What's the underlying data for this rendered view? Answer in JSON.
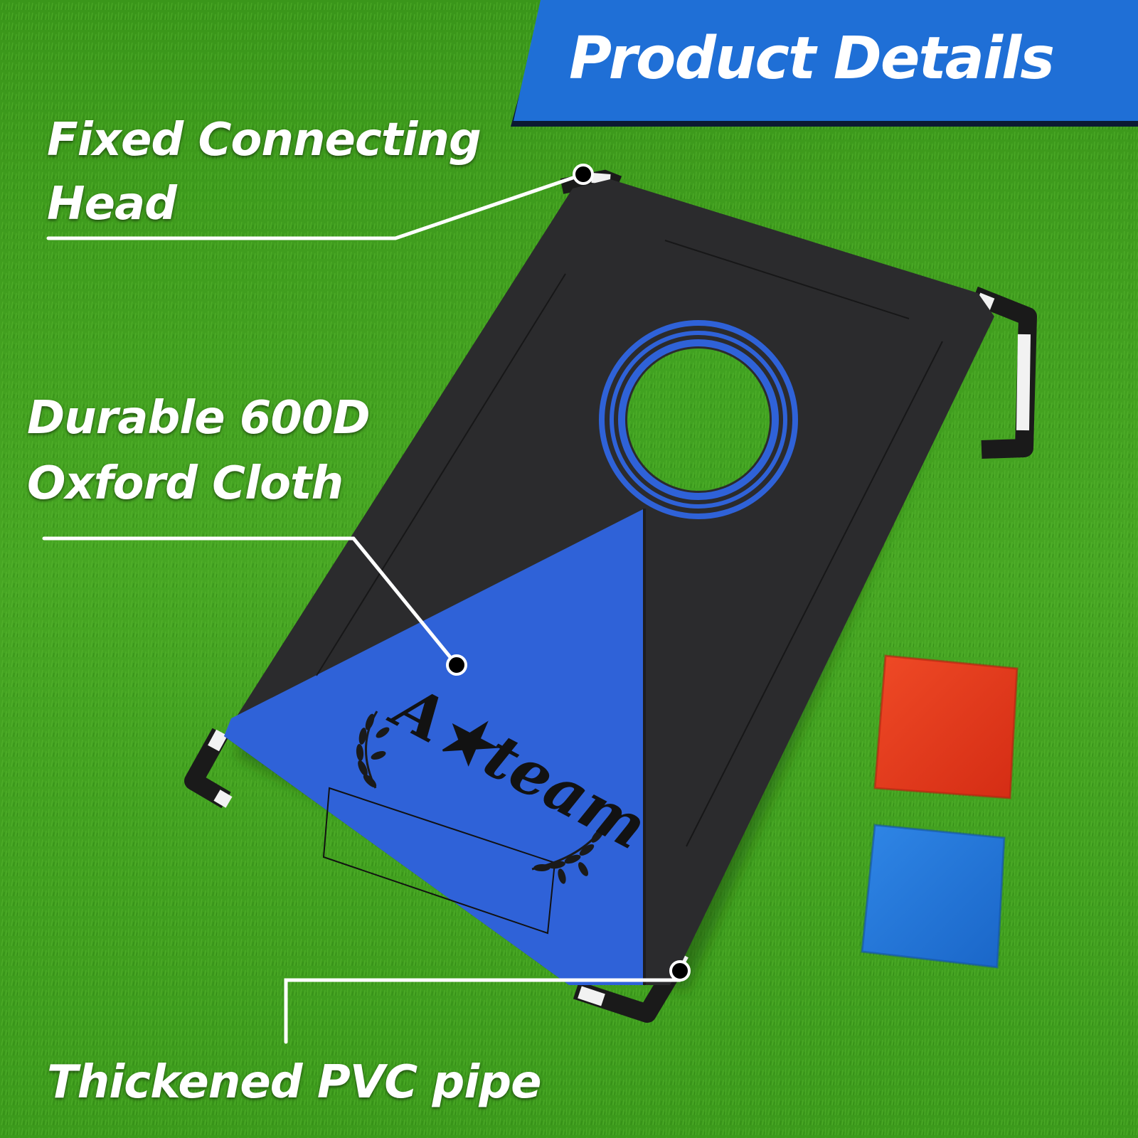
{
  "banner": {
    "title": "Product Details",
    "color": "#1f6fd6"
  },
  "callouts": {
    "fixed_connecting_head": {
      "line1": "Fixed Connecting",
      "line2": "Head"
    },
    "oxford_cloth": {
      "line1": "Durable 600D",
      "line2": "Oxford Cloth"
    },
    "pvc_pipe": {
      "line1": "Thickened PVC pipe"
    }
  },
  "board": {
    "logo_text": "A★team",
    "cloth_colors": {
      "black": "#2b2b2d",
      "blue": "#2f62d8"
    }
  },
  "bean_bags": [
    {
      "color": "#e4361c"
    },
    {
      "color": "#1e74d6"
    }
  ],
  "background": {
    "grass_color": "#3f9c1e"
  }
}
